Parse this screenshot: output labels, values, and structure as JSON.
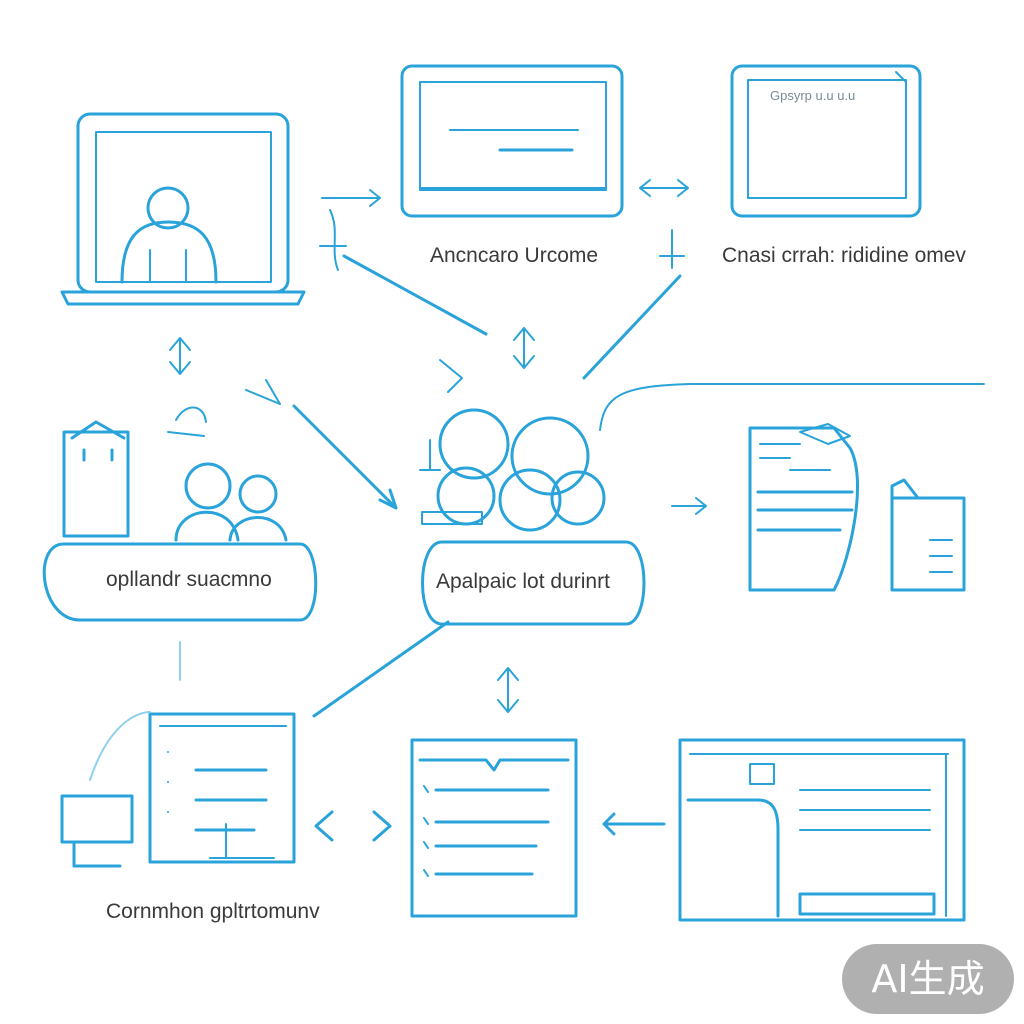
{
  "labels": {
    "top_middle": "Ancncaro Urcome",
    "top_right": "Cnasi crrah: rididine omev",
    "left_pill": "opllandr suacmno",
    "center_pill": "Apalpaic lot durinrt",
    "bottom_left": "Cornmhon gpltrtomunv",
    "screen_caption": "Gpsyrp u.u u.u"
  },
  "watermark": "AI生成",
  "colors": {
    "stroke": "#29a3d9",
    "light": "#8fd0ef",
    "text": "#3a3a3a"
  }
}
